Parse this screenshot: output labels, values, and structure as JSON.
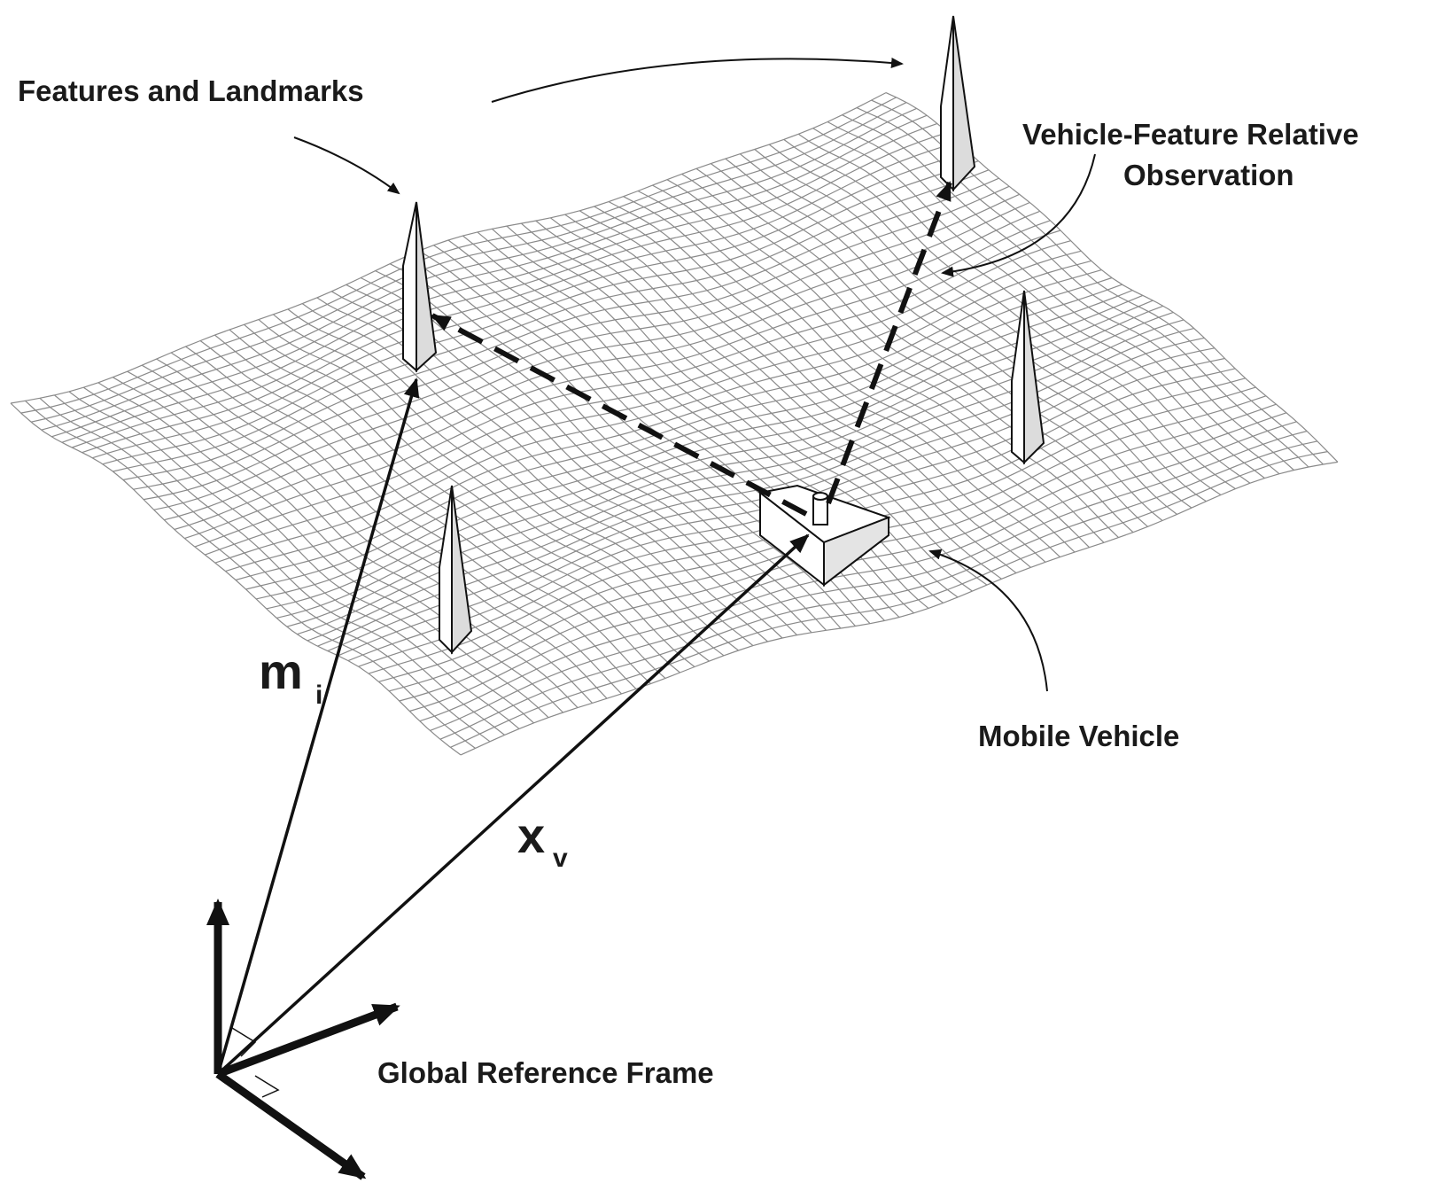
{
  "labels": {
    "features": "Features and Landmarks",
    "observation_line1": "Vehicle-Feature Relative",
    "observation_line2": "Observation",
    "vehicle": "Mobile Vehicle",
    "frame": "Global Reference Frame",
    "landmark_vector": "m",
    "landmark_vector_sub": "i",
    "vehicle_vector": "x",
    "vehicle_vector_sub": "v"
  },
  "colors": {
    "mesh": "#8a8a8a",
    "ink": "#111111",
    "landmark_light": "#ffffff",
    "landmark_shade": "#d8d8d8"
  }
}
